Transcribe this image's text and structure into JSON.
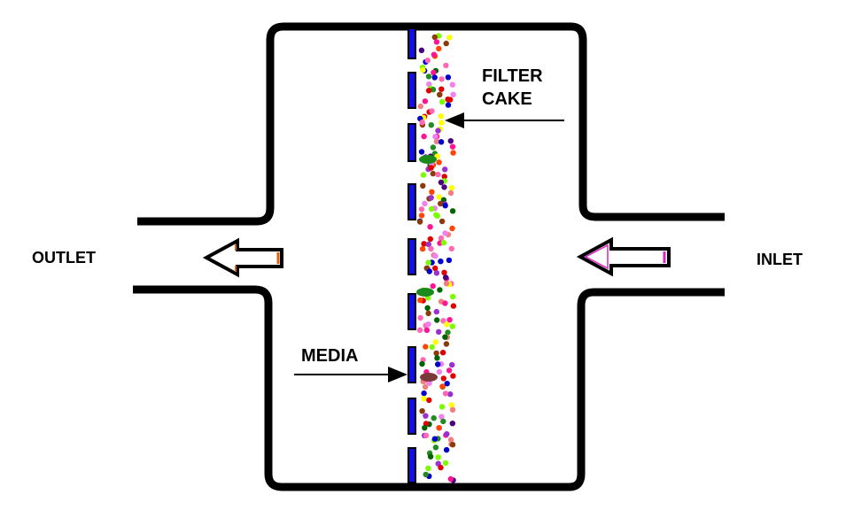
{
  "labels": {
    "filter_cake": [
      "FILTER",
      "CAKE"
    ],
    "outlet": "OUTLET",
    "inlet": "INLET",
    "media": "MEDIA"
  },
  "colors": {
    "housing": "#000000",
    "media": "#1010e0",
    "outlet_arrow_accent": "#e06010",
    "inlet_arrow_accent": "#e020c0",
    "particles": [
      "#e00000",
      "#8b3a0a",
      "#ff4500",
      "#7cfc00",
      "#ff69b4",
      "#ffff00",
      "#0000cd",
      "#9932cc",
      "#006400",
      "#ff1493",
      "#228b22",
      "#f08080",
      "#ee82ee",
      "#4b0082"
    ]
  }
}
